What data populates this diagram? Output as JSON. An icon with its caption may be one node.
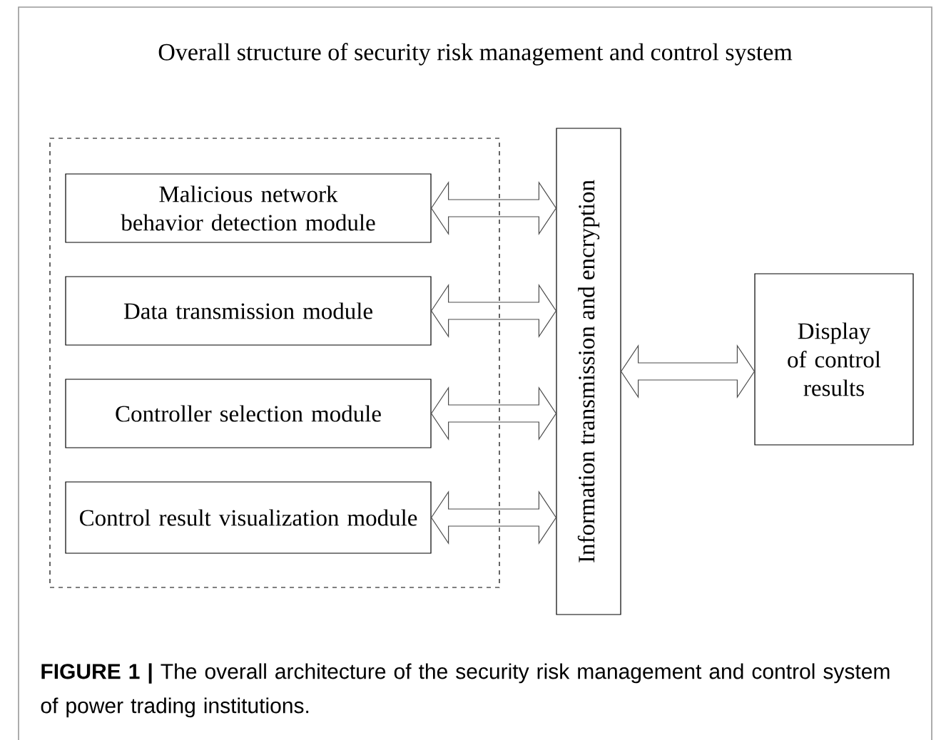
{
  "diagram": {
    "title": "Overall structure of security risk management and control system",
    "nodes": [
      {
        "text": [],
        "shape": "box"
      },
      {
        "text": [
          "Malicious network behavior detection module"
        ],
        "in": 0
      },
      {
        "text": [
          "Data transmission module"
        ],
        "in": 0
      },
      {
        "text": [
          "Controller selection module"
        ],
        "in": 0
      },
      {
        "text": [
          "Control result visualization module"
        ],
        "in": 0
      },
      {
        "text": [
          "Information transmission and encryption"
        ]
      },
      {
        "text": [
          "Display of control results"
        ]
      }
    ],
    "edges": [
      {
        "from": 1,
        "to": 5,
        "arrow": "both"
      },
      {
        "from": 2,
        "to": 5,
        "arrow": "both"
      },
      {
        "from": 3,
        "to": 5,
        "arrow": "both"
      },
      {
        "from": 4,
        "to": 5,
        "arrow": "both"
      },
      {
        "from": 5,
        "to": 6,
        "arrow": "both"
      }
    ],
    "caption": "**FIGURE 1 |** The overall architecture of the security risk management and control system of power trading institutions."
  }
}
